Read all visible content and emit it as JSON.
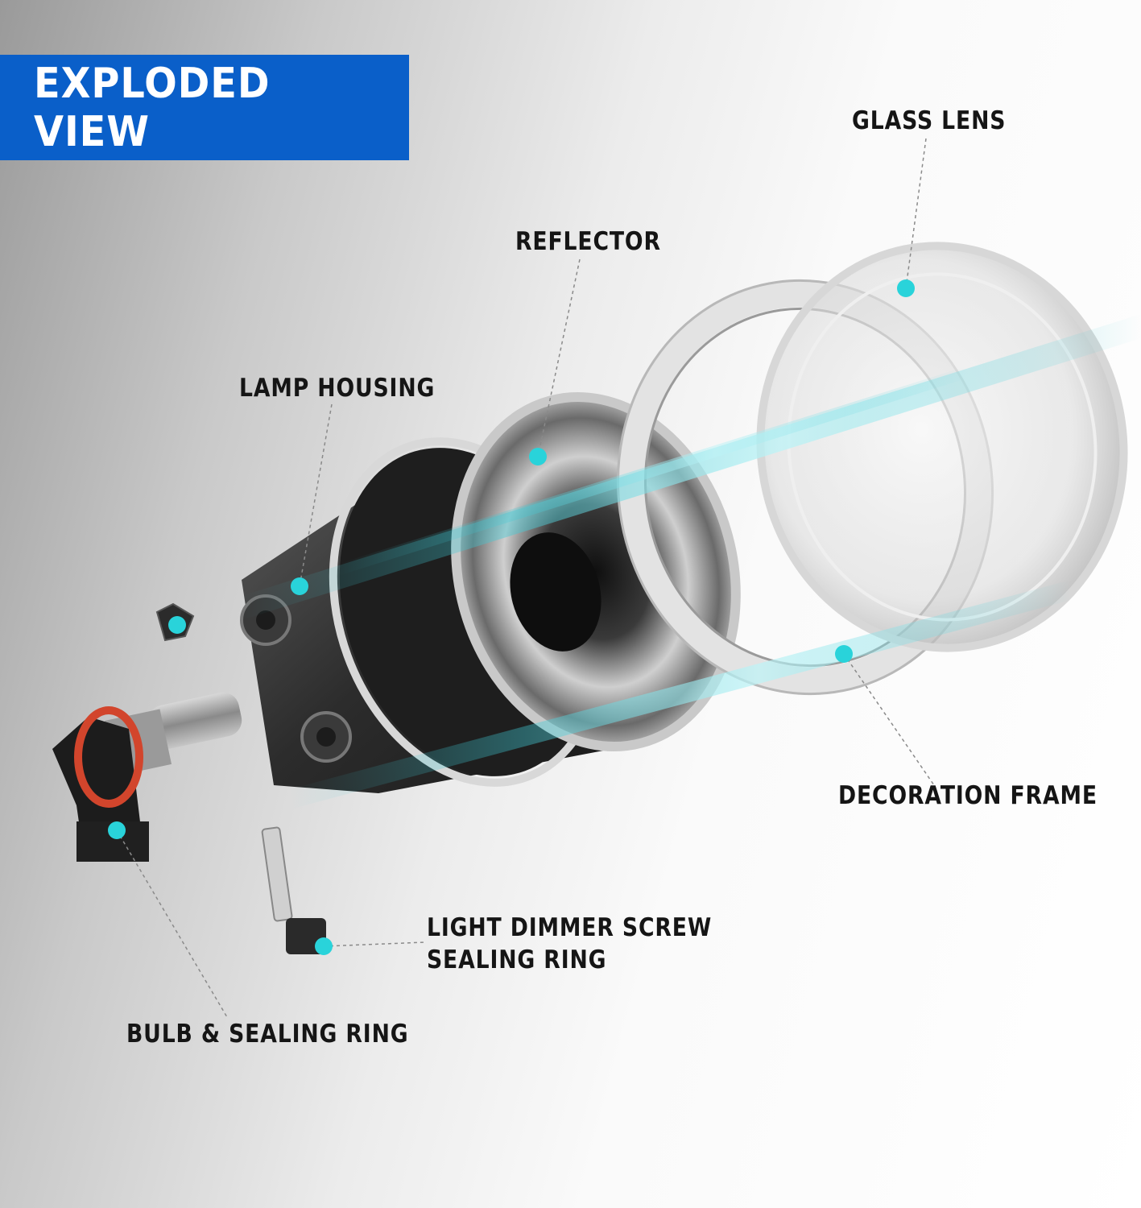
{
  "banner": {
    "title": "EXPLODED VIEW"
  },
  "labels": {
    "glass_lens": "GLASS LENS",
    "reflector": "REFLECTOR",
    "lamp_housing": "LAMP HOUSING",
    "decoration_frame": "DECORATION FRAME",
    "dimmer_screw_line1": "LIGHT DIMMER SCREW",
    "dimmer_screw_line2": "SEALING RING",
    "bulb": "BULB & SEALING RING"
  },
  "colors": {
    "banner_blue": "#0a5fc9",
    "marker_cyan": "#29d3da",
    "light_streak": "#3fc9d4",
    "bulb_seal_red": "#d2452c"
  }
}
